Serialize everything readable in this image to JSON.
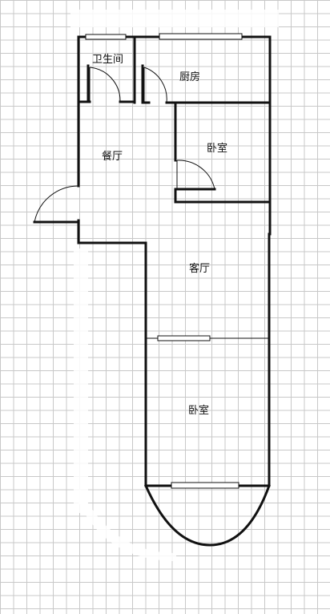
{
  "rooms": {
    "bathroom": "卫生间",
    "kitchen": "厨房",
    "dining": "餐厅",
    "bedroom_1": "卧室",
    "living": "客厅",
    "bedroom_2": "卧室"
  },
  "colors": {
    "wall": "#111111",
    "grid": "#c8c8c8",
    "background": "#ffffff"
  }
}
